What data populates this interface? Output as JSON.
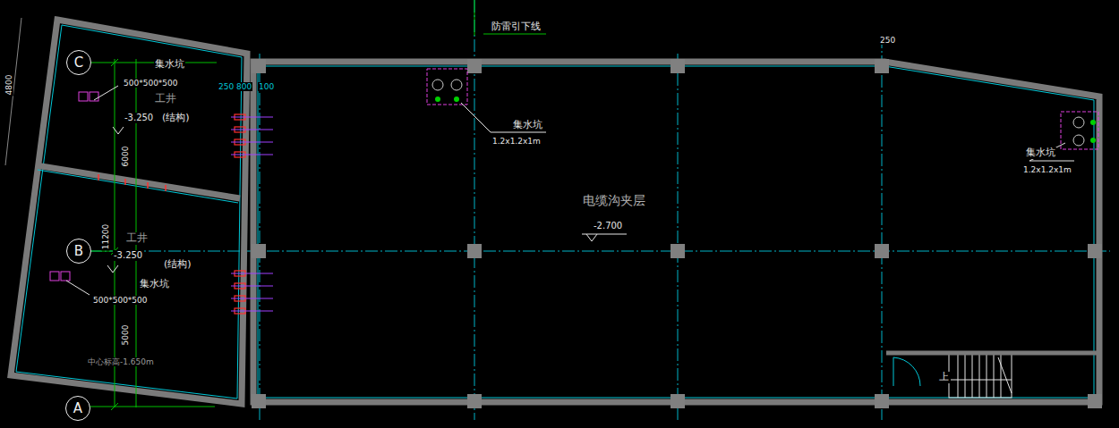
{
  "diagram": {
    "nodes": [
      {
        "text": [
          "C"
        ]
      },
      {
        "text": [
          "B"
        ]
      },
      {
        "text": [
          "A"
        ]
      }
    ],
    "labels": [
      "防雷引下线",
      "集水坑",
      "500*500*500",
      "工井",
      "-3.250",
      "(结构)",
      "6000",
      "4800",
      "11200",
      "5000",
      "250",
      "800",
      "100",
      "250",
      "集水坑",
      "1.2x1.2x1m",
      "电缆沟夹层",
      "-2.700",
      "集水坑",
      "1.2x1.2x1m",
      "工井",
      "-3.250",
      "(结构)",
      "集水坑",
      "500*500*500",
      "中心标高-1.650m",
      "上"
    ]
  }
}
